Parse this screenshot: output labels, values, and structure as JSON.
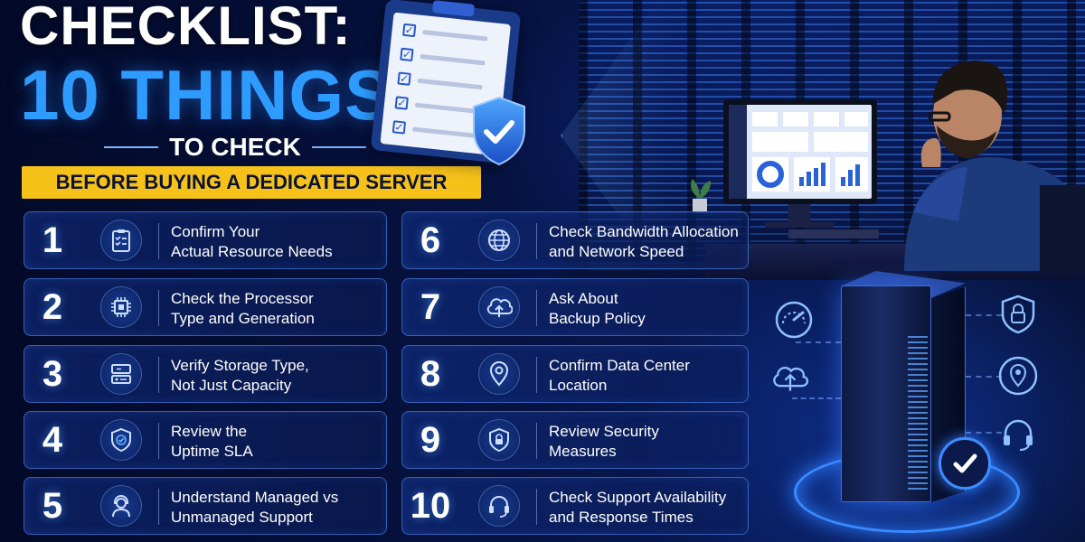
{
  "heading": {
    "line1": "CHECKLIST:",
    "line2": "10 THINGS",
    "line3": "TO CHECK",
    "banner": "BEFORE BUYING A DEDICATED SERVER"
  },
  "colors": {
    "accent_blue": "#2d9bff",
    "banner_yellow": "#f6c21a",
    "background": "#040b2a"
  },
  "items": [
    {
      "num": "1",
      "line1": "Confirm Your",
      "line2": "Actual Resource Needs",
      "icon": "clipboard-list-icon"
    },
    {
      "num": "2",
      "line1": "Check the Processor",
      "line2": "Type and Generation",
      "icon": "cpu-chip-icon"
    },
    {
      "num": "3",
      "line1": "Verify Storage Type,",
      "line2": "Not Just Capacity",
      "icon": "storage-drive-icon"
    },
    {
      "num": "4",
      "line1": "Review the",
      "line2": "Uptime SLA",
      "icon": "shield-check-icon"
    },
    {
      "num": "5",
      "line1": "Understand Managed vs",
      "line2": "Unmanaged Support",
      "icon": "support-agent-icon"
    },
    {
      "num": "6",
      "line1": "Check Bandwidth Allocation",
      "line2": "and Network Speed",
      "icon": "globe-network-icon"
    },
    {
      "num": "7",
      "line1": "Ask About",
      "line2": "Backup Policy",
      "icon": "cloud-backup-icon"
    },
    {
      "num": "8",
      "line1": "Confirm Data Center",
      "line2": "Location",
      "icon": "location-pin-icon"
    },
    {
      "num": "9",
      "line1": "Review Security",
      "line2": "Measures",
      "icon": "security-lock-icon"
    },
    {
      "num": "10",
      "line1": "Check Support Availability",
      "line2": "and Response Times",
      "icon": "headset-icon"
    }
  ]
}
